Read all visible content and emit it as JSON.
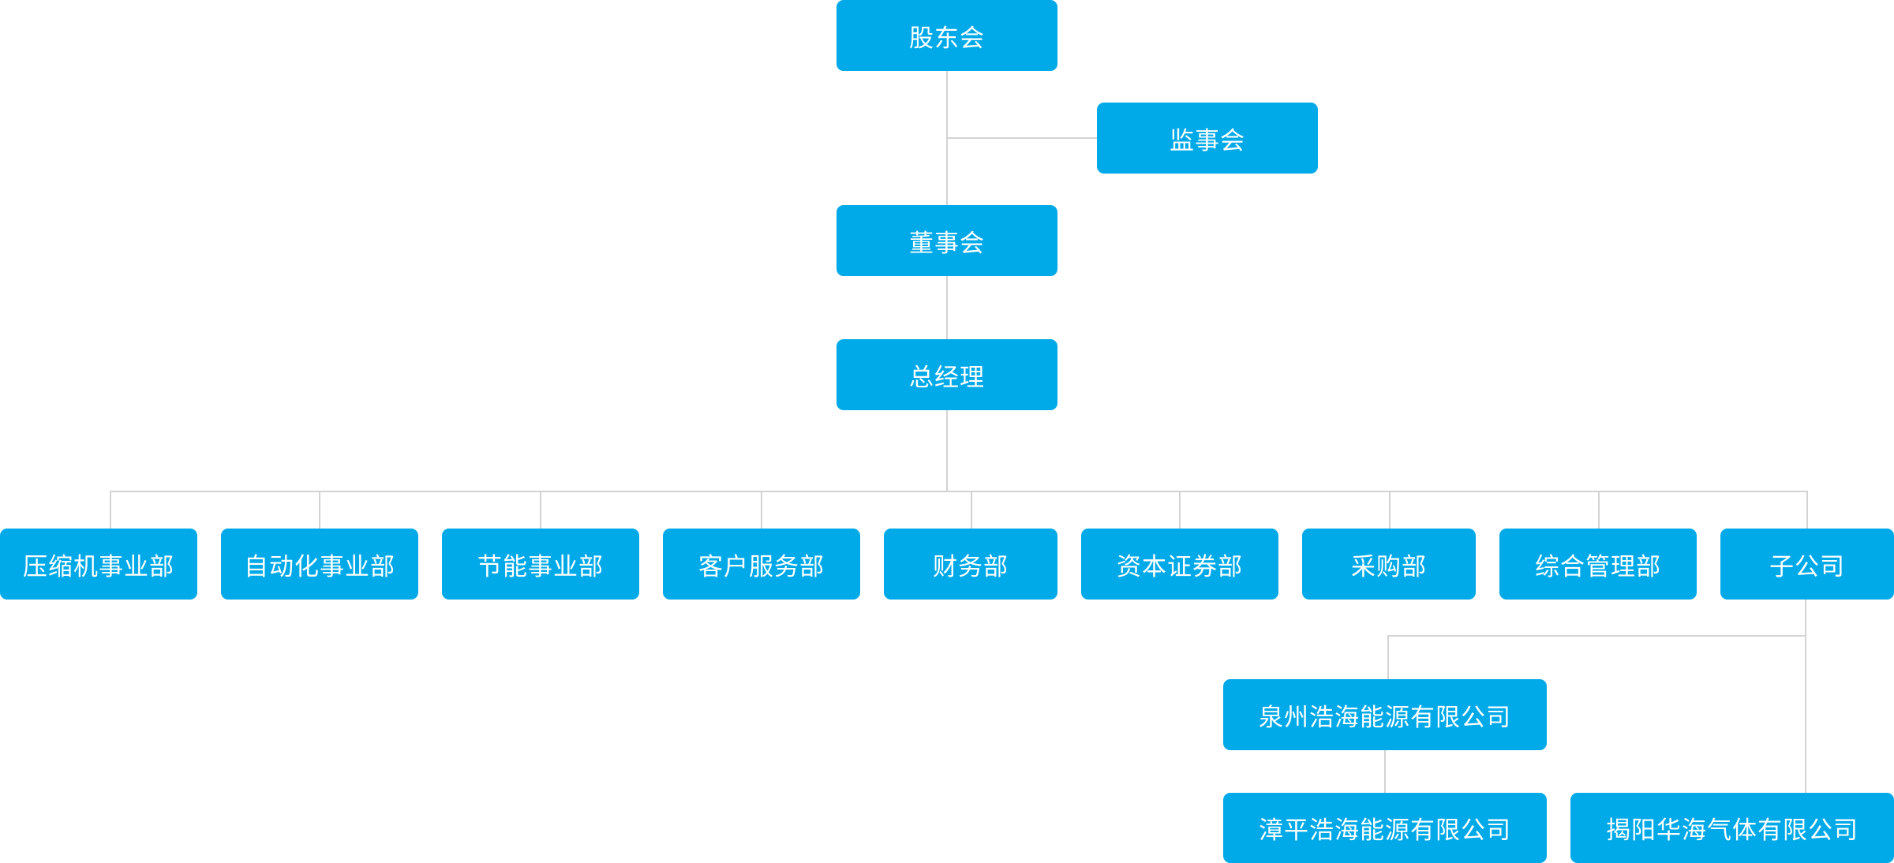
{
  "org_chart": {
    "top": {
      "shareholders": "股东会",
      "supervisors": "监事会",
      "board": "董事会",
      "general_manager": "总经理"
    },
    "departments": [
      "压缩机事业部",
      "自动化事业部",
      "节能事业部",
      "客户服务部",
      "财务部",
      "资本证券部",
      "采购部",
      "综合管理部",
      "子公司"
    ],
    "subsidiaries": [
      "泉州浩海能源有限公司",
      "漳平浩海能源有限公司",
      "揭阳华海气体有限公司"
    ],
    "colors": {
      "node_fill": "#00a9e8",
      "node_text": "#ffffff",
      "connector": "#d3d3d3"
    }
  }
}
